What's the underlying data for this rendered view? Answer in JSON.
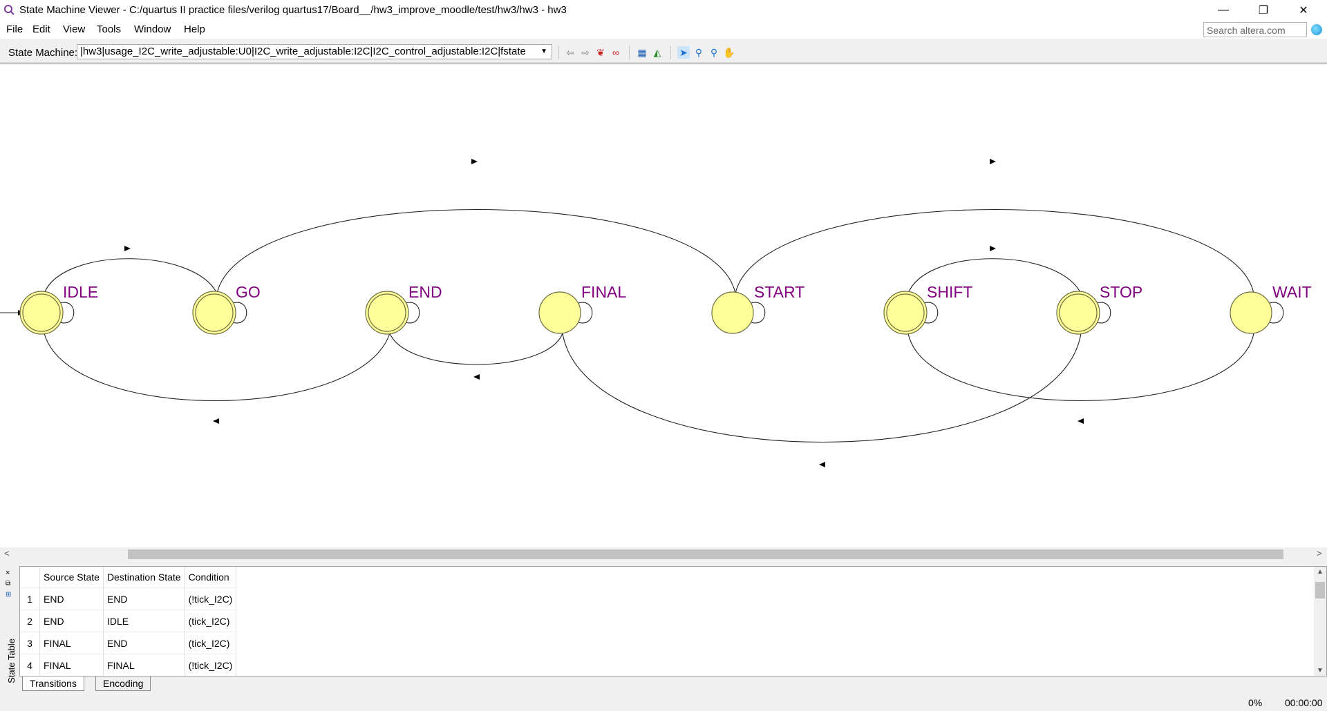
{
  "window": {
    "title": "State Machine Viewer - C:/quartus II practice files/verilog quartus17/Board__/hw3_improve_moodle/test/hw3/hw3 - hw3",
    "minimize": "—",
    "restore": "❐",
    "close": "✕"
  },
  "menu": [
    "File",
    "Edit",
    "View",
    "Tools",
    "Window",
    "Help"
  ],
  "search": {
    "placeholder": "Search altera.com"
  },
  "toolbar": {
    "label": "State Machine:",
    "selected": "|hw3|usage_I2C_write_adjustable:U0|I2C_write_adjustable:I2C|I2C_control_adjustable:I2C|fstate"
  },
  "states": [
    "IDLE",
    "GO",
    "END",
    "FINAL",
    "START",
    "SHIFT",
    "STOP",
    "WAIT"
  ],
  "state_colors": {
    "fill": "#ffff99",
    "stroke": "#6e6e40",
    "label": "#800080"
  },
  "panel": {
    "vertical_label": "State Table",
    "columns": [
      "Source State",
      "Destination State",
      "Condition"
    ],
    "rows": [
      [
        "1",
        "END",
        "END",
        "(!tick_I2C)"
      ],
      [
        "2",
        "END",
        "IDLE",
        "(tick_I2C)"
      ],
      [
        "3",
        "FINAL",
        "END",
        "(tick_I2C)"
      ],
      [
        "4",
        "FINAL",
        "FINAL",
        "(!tick_I2C)"
      ]
    ],
    "tabs": [
      "Transitions",
      "Encoding"
    ]
  },
  "status": {
    "progress": "0%",
    "time": "00:00:00"
  }
}
